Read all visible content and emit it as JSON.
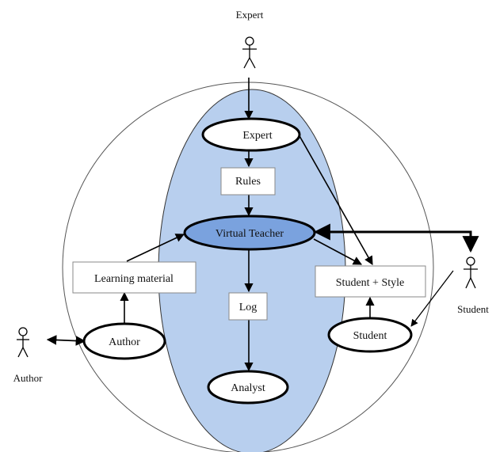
{
  "actors": {
    "expert": "Expert",
    "author": "Author",
    "student": "Student"
  },
  "nodes": {
    "expert": "Expert",
    "rules": "Rules",
    "virtual_teacher": "Virtual Teacher",
    "learning_material": "Learning material",
    "student_style": "Student + Style",
    "log": "Log",
    "author": "Author",
    "student": "Student",
    "analyst": "Analyst"
  },
  "colors": {
    "inner_ellipse_fill": "#b8cfee",
    "virtual_teacher_fill": "#7aa2de",
    "stroke": "#000000"
  }
}
